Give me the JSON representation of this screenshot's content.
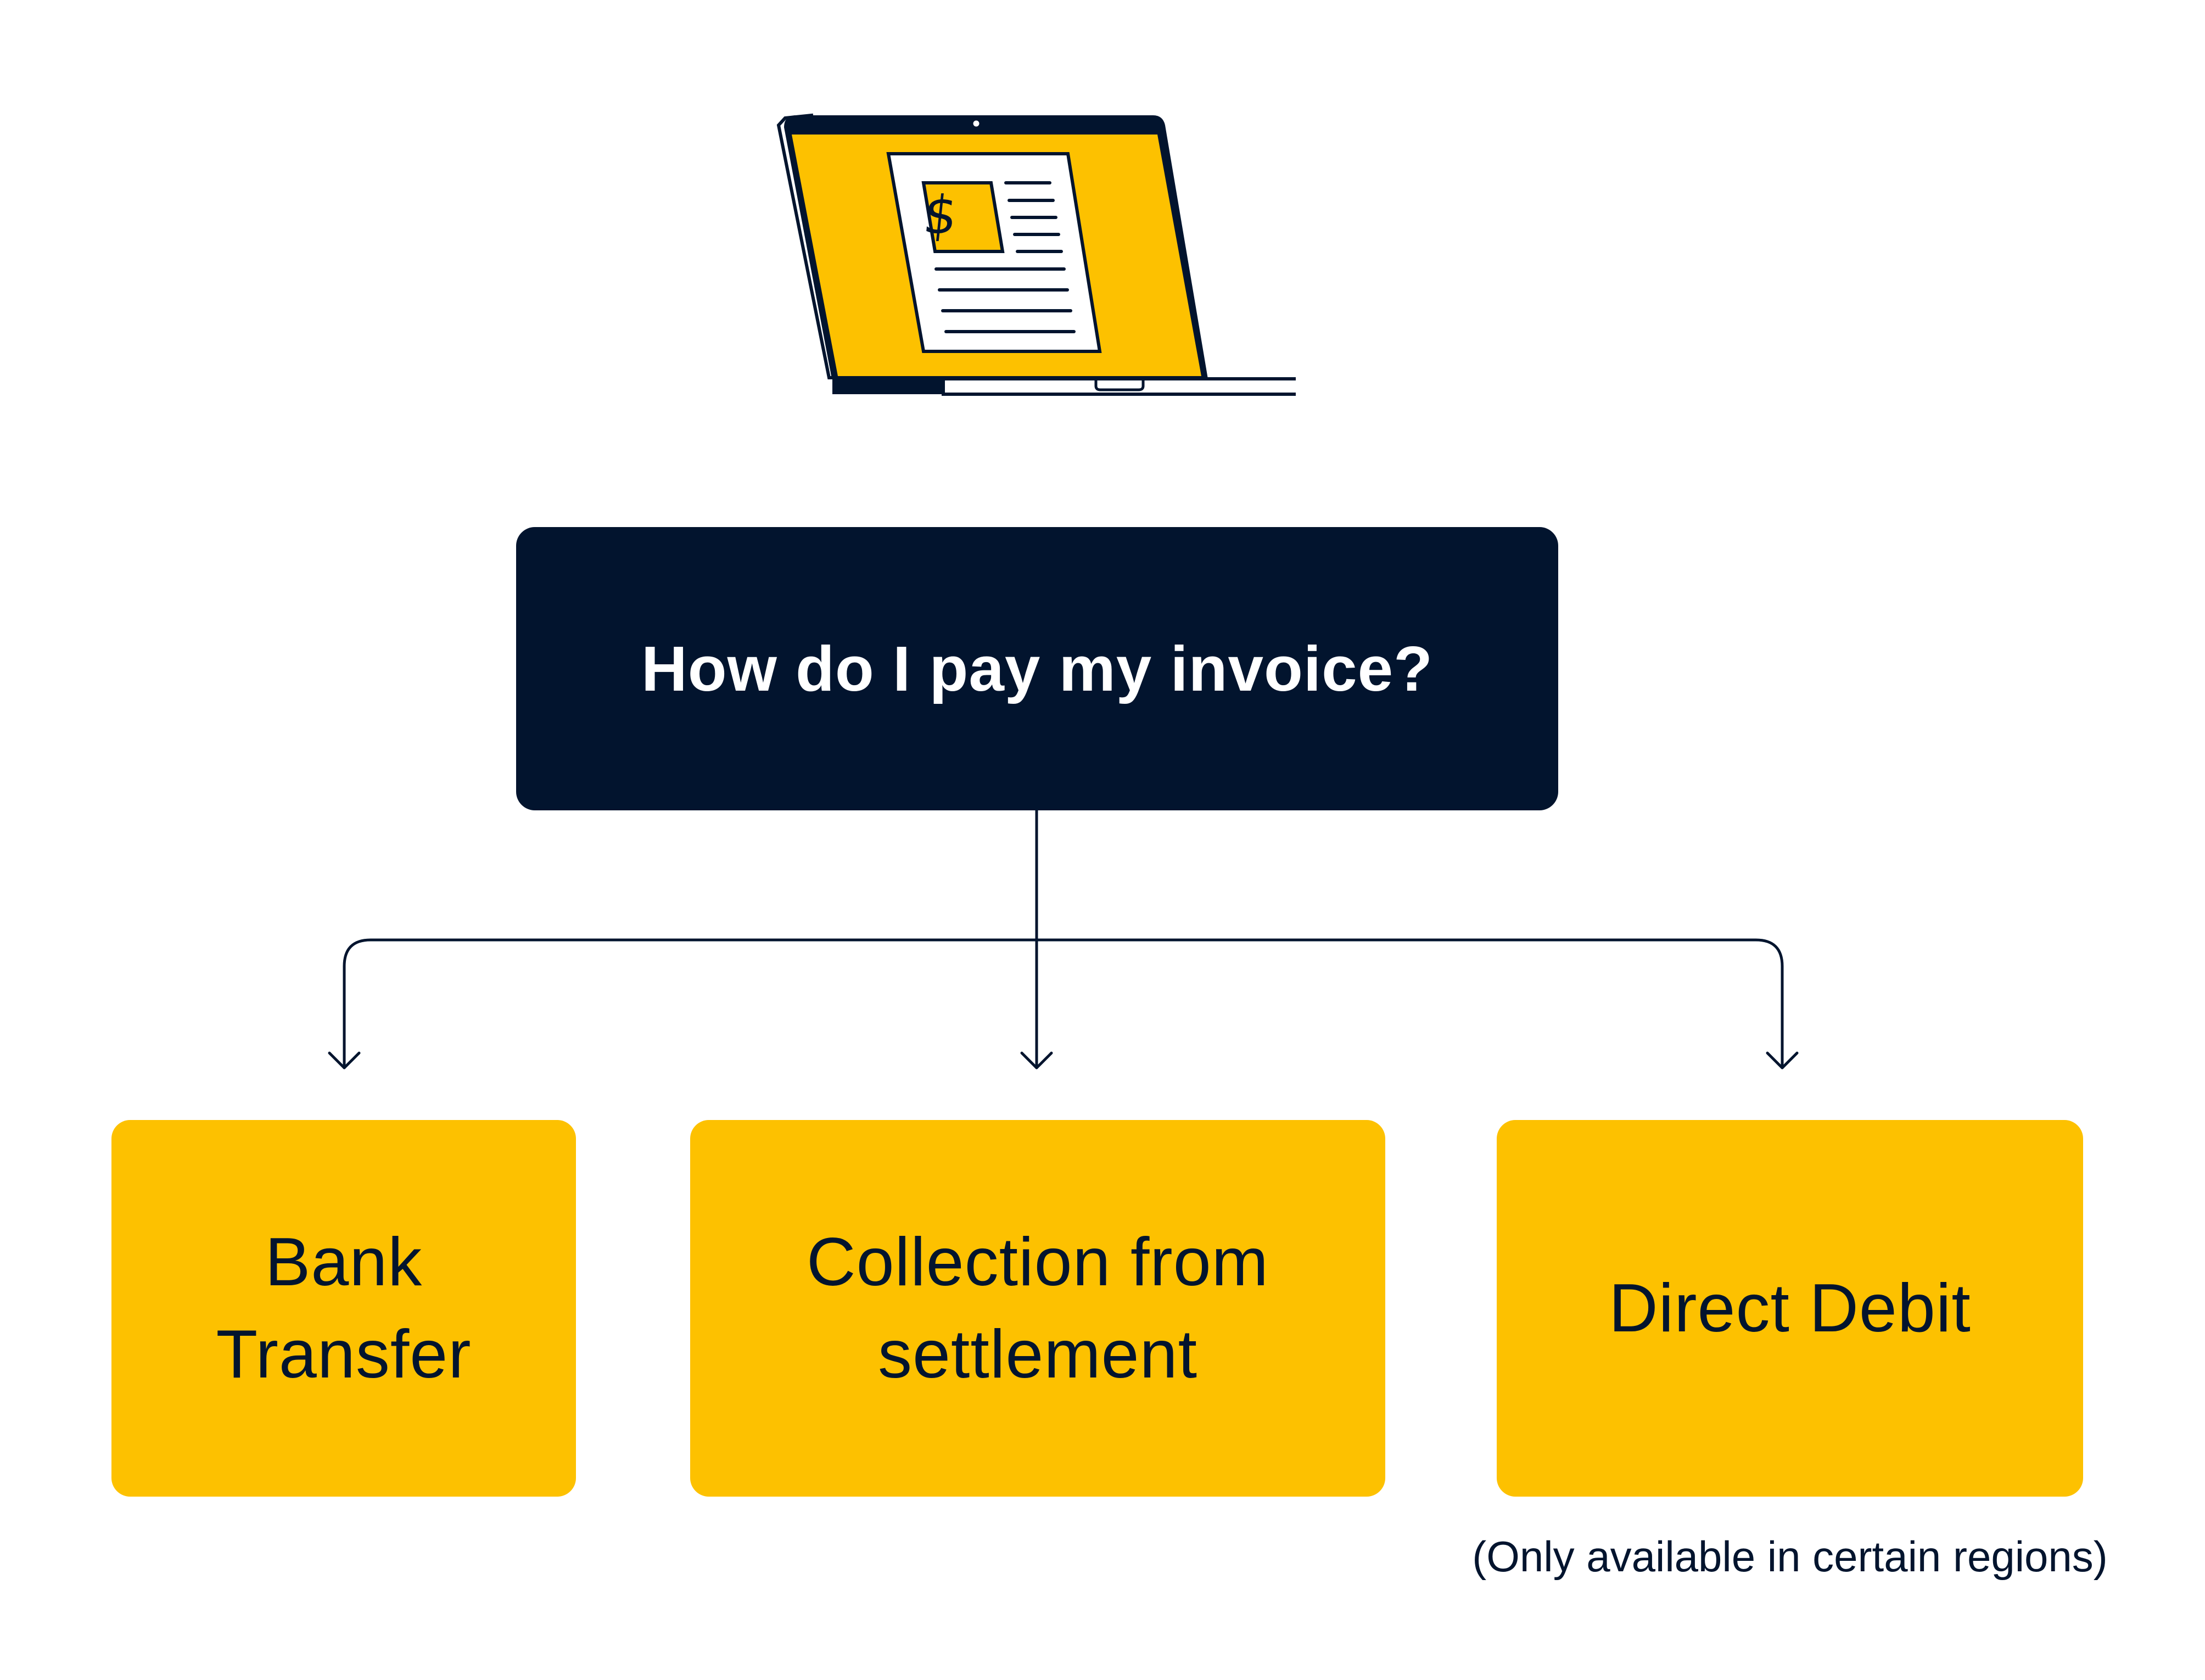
{
  "colors": {
    "navy": "#02142E",
    "yellow": "#FDC100",
    "white": "#FFFFFF",
    "background": "#FFFFFF"
  },
  "illustration": {
    "icon": "laptop-invoice-icon",
    "currency_symbol": "$"
  },
  "question": {
    "label": "How do I pay my invoice?"
  },
  "options": [
    {
      "label": "Bank\nTransfer"
    },
    {
      "label": "Collection from\nsettlement"
    },
    {
      "label": "Direct Debit"
    }
  ],
  "footnote": "(Only available in certain regions)"
}
